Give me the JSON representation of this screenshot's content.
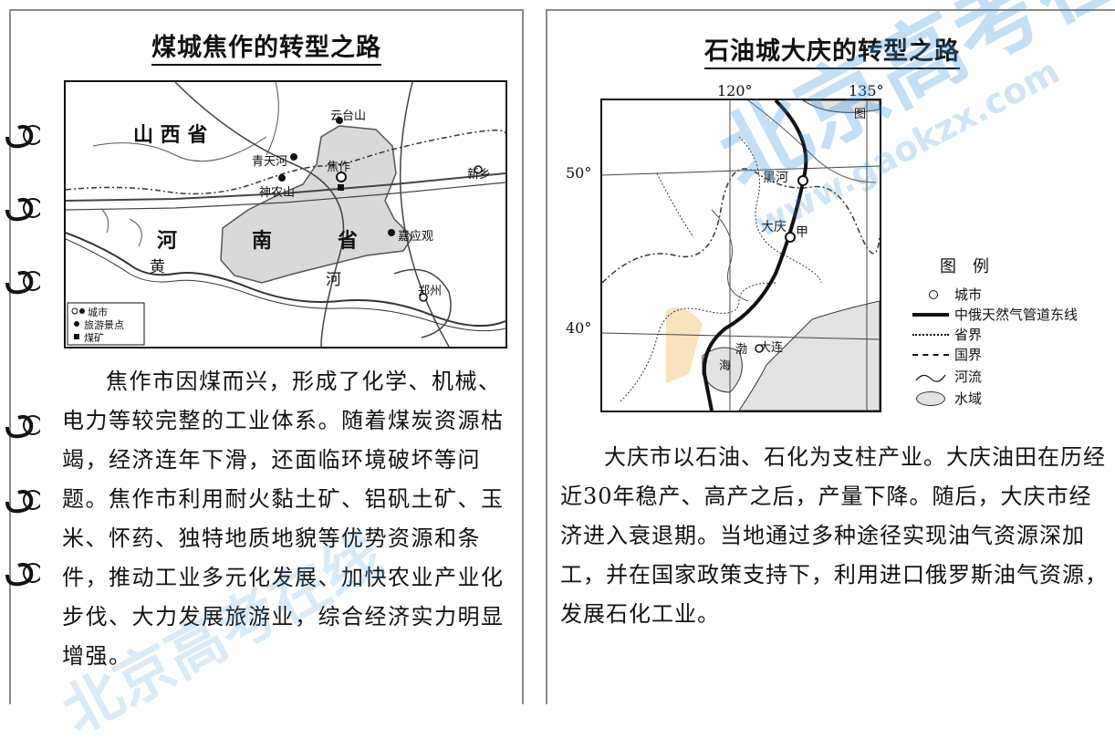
{
  "left": {
    "title": "煤城焦作的转型之路",
    "map_labels": {
      "shanxi": "山 西 省",
      "henan_he": "河",
      "henan_nan": "南",
      "henan_sheng": "省",
      "huang": "黄",
      "he": "河",
      "yuntaishan": "云台山",
      "qingtianhe": "青天河",
      "jiaozuo": "焦作",
      "shennongshan": "神农山",
      "xinxiang": "新乡",
      "jiayingguan": "嘉应观",
      "zhengzhou": "郑州"
    },
    "legend": {
      "city": "城市",
      "scenic": "旅游景点",
      "coal": "煤矿"
    },
    "paragraph": "焦作市因煤而兴，形成了化学、机械、电力等较完整的工业体系。随着煤炭资源枯竭，经济连年下滑，还面临环境破坏等问题。焦作市利用耐火黏土矿、铝矾土矿、玉米、怀药、独特地质地貌等优势资源和条件，推动工业多元化发展、加快农业产业化步伐、大力发展旅游业，综合经济实力明显增强。"
  },
  "right": {
    "title": "石油城大庆的转型之路",
    "map_labels": {
      "lon120": "120°",
      "lon135": "135°",
      "lat50": "50°",
      "lat40": "40°",
      "heihe": "黑河",
      "daqing": "大庆",
      "jia": "甲",
      "dalian": "大连",
      "bo": "渤",
      "hai": "海",
      "corner": "图"
    },
    "legend": {
      "title": "图　例",
      "city": "城市",
      "pipeline": "中俄天然气管道东线",
      "province": "省界",
      "border": "国界",
      "river": "河流",
      "water": "水域"
    },
    "paragraph": "大庆市以石油、石化为支柱产业。大庆油田在历经近30年稳产、高产之后，产量下降。随后，大庆市经济进入衰退期。当地通过多种途径实现油气资源深加工，并在国家政策支持下，利用进口俄罗斯油气资源，发展石化工业。"
  },
  "watermark": {
    "brand": "北京高考在线",
    "url": "www.gaokzx.com"
  }
}
